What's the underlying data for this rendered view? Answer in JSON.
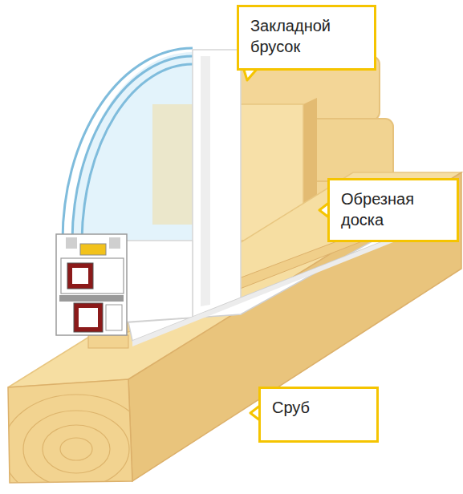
{
  "diagram": {
    "nodes": [
      {
        "text": [
          "Закладной брусок"
        ]
      },
      {
        "text": [
          "Обрезная доска"
        ]
      },
      {
        "text": [
          "Сруб"
        ]
      }
    ]
  }
}
